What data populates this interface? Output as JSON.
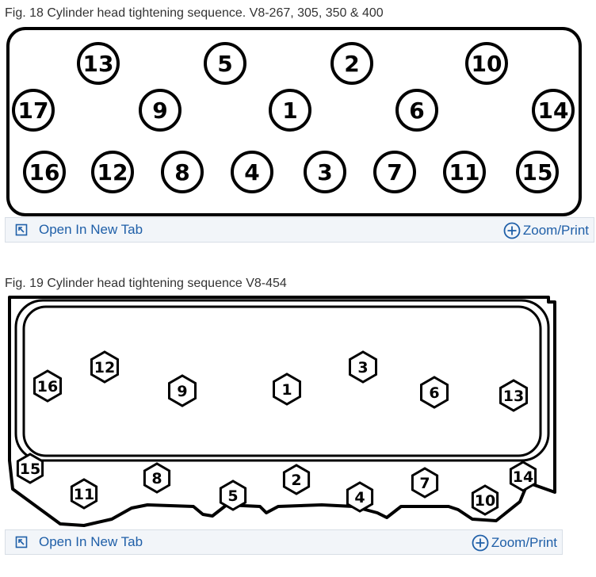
{
  "figures": [
    {
      "caption": "Fig. 18 Cylinder head tightening sequence. V8-267, 305, 350 & 400",
      "open_tab_label": "Open In New Tab",
      "zoom_label": "Zoom/Print",
      "bolts_top_row": [
        "13",
        "5",
        "2",
        "10"
      ],
      "bolts_middle_row": [
        "17",
        "9",
        "1",
        "6",
        "14"
      ],
      "bolts_bottom_row": [
        "16",
        "12",
        "8",
        "4",
        "3",
        "7",
        "11",
        "15"
      ]
    },
    {
      "caption": "Fig. 19 Cylinder head tightening sequence V8-454",
      "open_tab_label": "Open In New Tab",
      "zoom_label": "Zoom/Print",
      "bolts_inner_upper": [
        "12",
        "3"
      ],
      "bolts_inner_middle": [
        "16",
        "9",
        "1",
        "6",
        "13"
      ],
      "bolts_lower": [
        "15",
        "11",
        "8",
        "5",
        "2",
        "4",
        "7",
        "10",
        "14"
      ]
    }
  ],
  "icons": {
    "open_tab": "open-in-new-tab-icon",
    "zoom": "zoom-plus-icon"
  },
  "colors": {
    "link": "#1f5fa8",
    "toolbar_bg": "#f2f5f9"
  }
}
